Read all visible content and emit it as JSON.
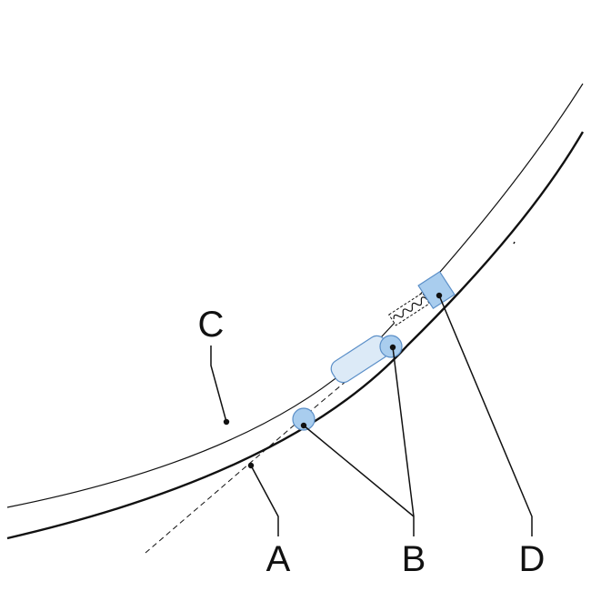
{
  "labels": {
    "a": "A",
    "b": "B",
    "c": "C",
    "d": "D"
  },
  "colors": {
    "line": "#111111",
    "highlight_fill": "#a9cdee",
    "highlight_stroke": "#5b8fc8",
    "slot_fill": "#dceaf7"
  }
}
